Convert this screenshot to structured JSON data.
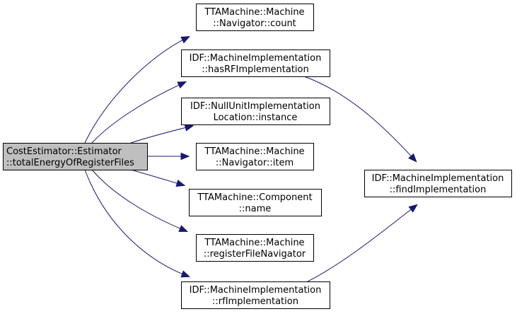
{
  "diagram": {
    "type": "call-graph",
    "colors": {
      "edge": "#191970",
      "root_fill": "#bfbfbf",
      "node_fill": "#ffffff",
      "border": "#000000"
    },
    "nodes": [
      {
        "id": "root",
        "lines": [
          "CostEstimator::Estimator",
          "::totalEnergyOfRegisterFiles"
        ],
        "root": true
      },
      {
        "id": "count",
        "lines": [
          "TTAMachine::Machine",
          "::Navigator::count"
        ]
      },
      {
        "id": "hasRF",
        "lines": [
          "IDF::MachineImplementation",
          "::hasRFImplementation"
        ]
      },
      {
        "id": "nullunit",
        "lines": [
          "IDF::NullUnitImplementation",
          "Location::instance"
        ]
      },
      {
        "id": "item",
        "lines": [
          "TTAMachine::Machine",
          "::Navigator::item"
        ]
      },
      {
        "id": "compname",
        "lines": [
          "TTAMachine::Component",
          "::name"
        ]
      },
      {
        "id": "regnav",
        "lines": [
          "TTAMachine::Machine",
          "::registerFileNavigator"
        ]
      },
      {
        "id": "rfimpl",
        "lines": [
          "IDF::MachineImplementation",
          "::rfImplementation"
        ]
      },
      {
        "id": "findimpl",
        "lines": [
          "IDF::MachineImplementation",
          "::findImplementation"
        ]
      }
    ],
    "edges": [
      {
        "from": "root",
        "to": "count"
      },
      {
        "from": "root",
        "to": "hasRF"
      },
      {
        "from": "root",
        "to": "nullunit"
      },
      {
        "from": "root",
        "to": "item"
      },
      {
        "from": "root",
        "to": "compname"
      },
      {
        "from": "root",
        "to": "regnav"
      },
      {
        "from": "root",
        "to": "rfimpl"
      },
      {
        "from": "hasRF",
        "to": "findimpl"
      },
      {
        "from": "rfimpl",
        "to": "findimpl"
      }
    ]
  }
}
